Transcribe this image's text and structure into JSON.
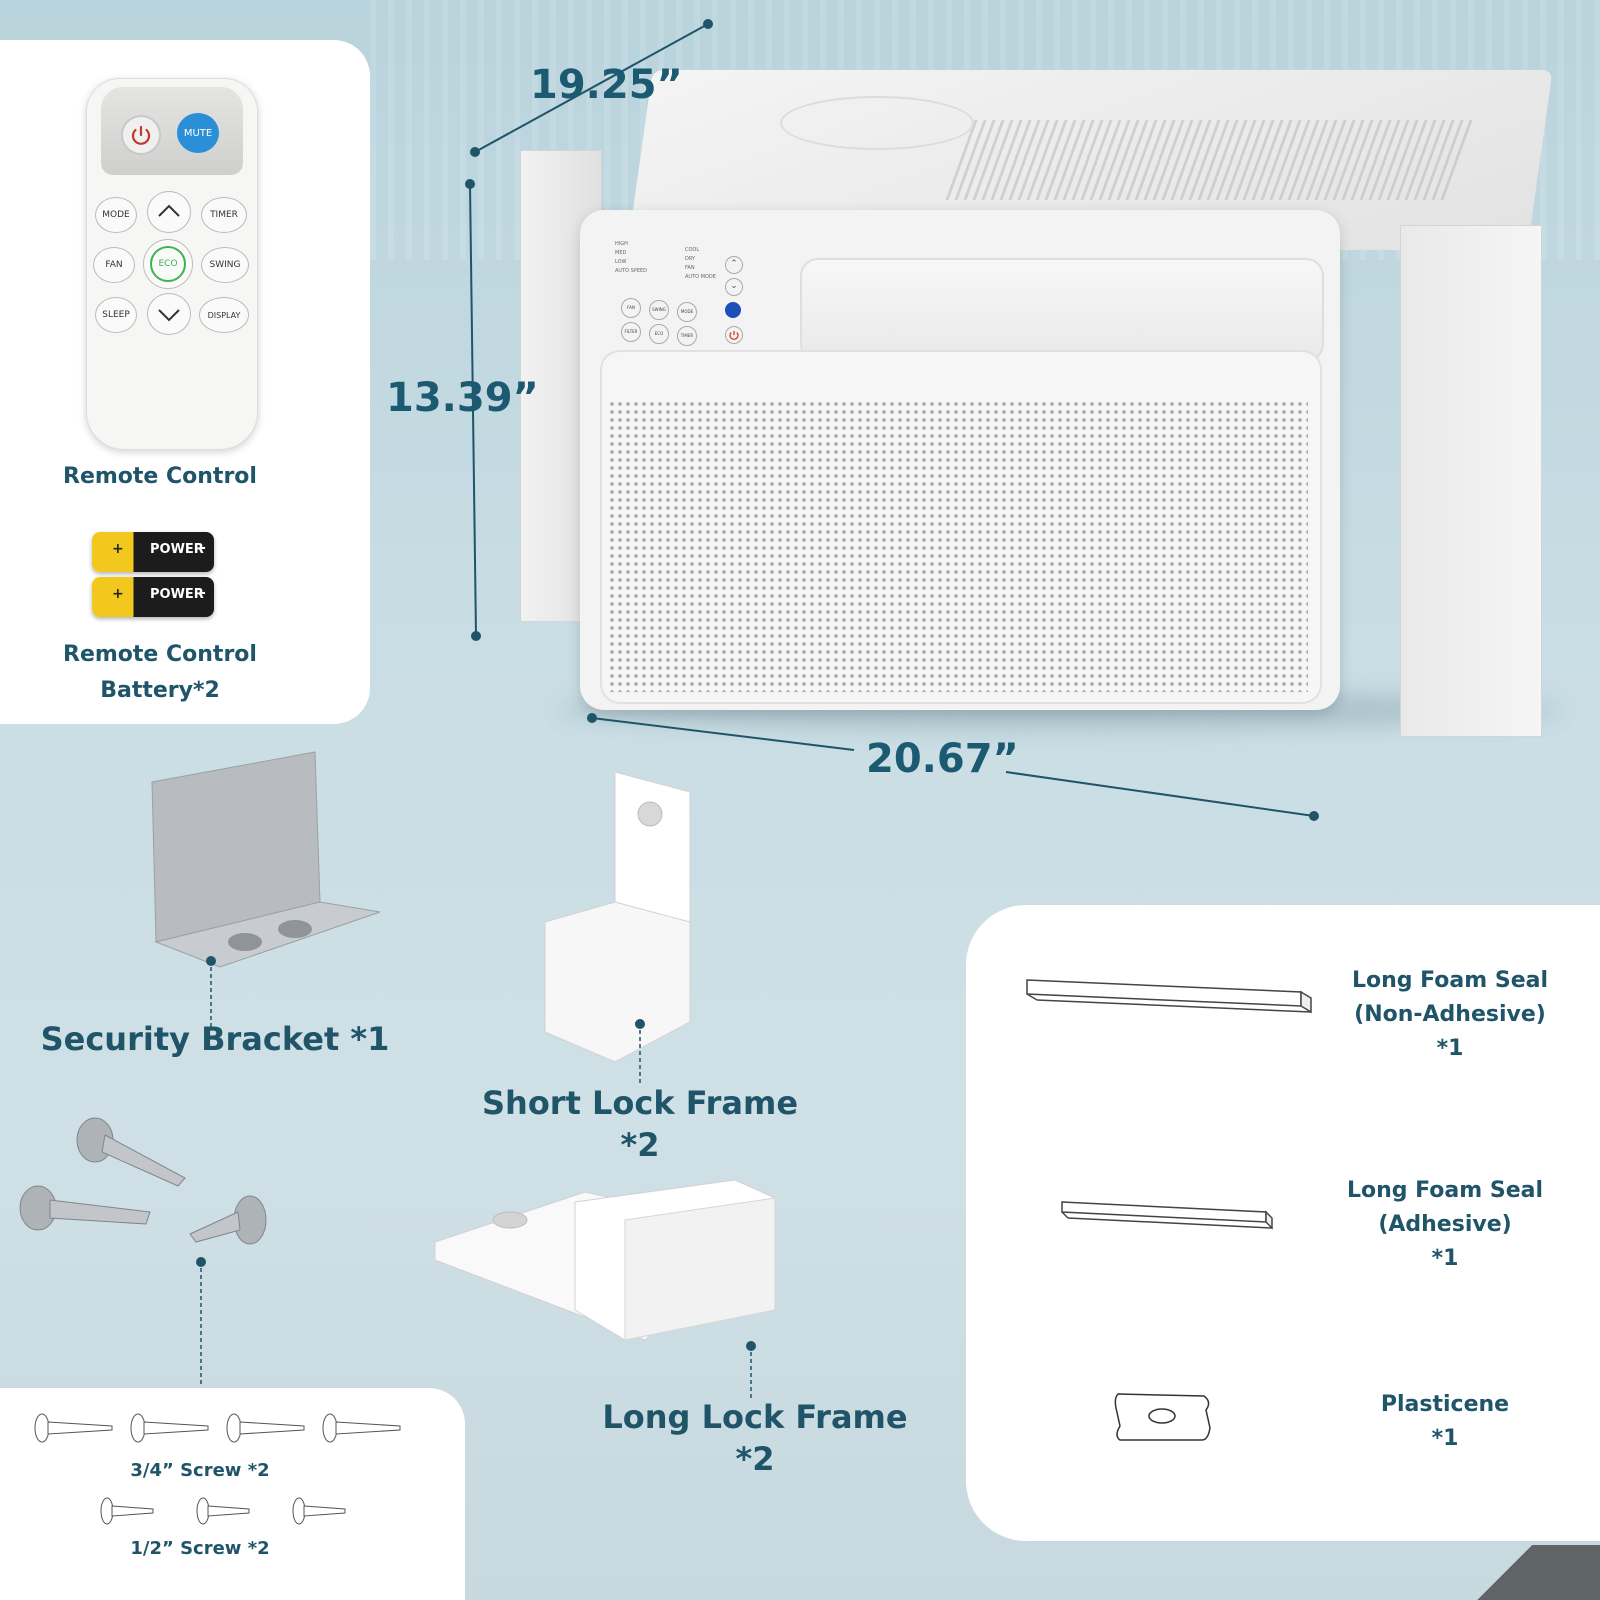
{
  "dimensions": {
    "depth": "19.25”",
    "height": "13.39”",
    "width": "20.67”"
  },
  "remote": {
    "buttons": {
      "power": "power-icon",
      "mute": "MUTE",
      "mode": "MODE",
      "timer": "TIMER",
      "fan": "FAN",
      "eco": "ECO",
      "swing": "SWING",
      "sleep": "SLEEP",
      "display": "DISPLAY"
    },
    "label": "Remote Control"
  },
  "battery": {
    "brand": "POWER",
    "plus": "+",
    "minus": "-",
    "label_line1": "Remote Control",
    "label_line2": "Battery*2"
  },
  "ac_panel": {
    "left_indicators": [
      "HIGH",
      "MED",
      "LOW",
      "AUTO SPEED"
    ],
    "right_indicators": [
      "COOL",
      "DRY",
      "FAN",
      "AUTO MODE"
    ],
    "buttons_row1": [
      "FAN",
      "SWING",
      "MODE"
    ],
    "buttons_row2": [
      "FILTER",
      "ECO",
      "TIMER"
    ]
  },
  "parts": {
    "security_bracket": "Security Bracket *1",
    "short_lock_line1": "Short Lock Frame",
    "short_lock_line2": "*2",
    "long_lock_line1": "Long Lock Frame",
    "long_lock_line2": "*2",
    "screw_34": "3/4” Screw *2",
    "screw_12": "1/2” Screw *2"
  },
  "seals": [
    {
      "line1": "Long Foam Seal",
      "line2": "(Non-Adhesive)",
      "line3": "*1"
    },
    {
      "line1": "Long Foam Seal",
      "line2": "(Adhesive)",
      "line3": "*1"
    },
    {
      "line1": "Plasticene",
      "line3": "*1"
    }
  ],
  "colors": {
    "accent": "#1f5469",
    "mute_button": "#2a8fd6",
    "eco_ring": "#3bb54a",
    "battery_gold": "#e8b81a"
  }
}
